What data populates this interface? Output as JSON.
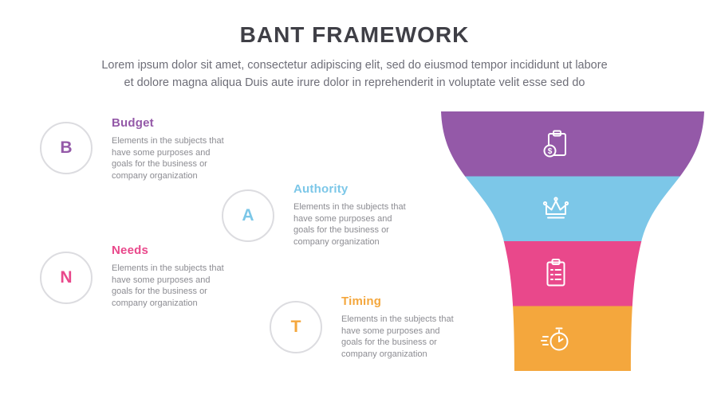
{
  "header": {
    "title": "BANT FRAMEWORK",
    "subtitle_line1": "Lorem ipsum dolor sit amet, consectetur adipiscing elit, sed do eiusmod tempor incididunt ut labore",
    "subtitle_line2": "et dolore magna aliqua Duis aute irure dolor in reprehenderit in voluptate velit esse sed do"
  },
  "items": [
    {
      "letter": "B",
      "title": "Budget",
      "color": "#9459A8",
      "description": "Elements in the subjects that have some purposes and goals for the business or company organization"
    },
    {
      "letter": "A",
      "title": "Authority",
      "color": "#7CC7E8",
      "description": "Elements in the subjects that have some purposes and goals for the business or company organization"
    },
    {
      "letter": "N",
      "title": "Needs",
      "color": "#E9488B",
      "description": "Elements in the subjects that have some purposes and goals for the business or company organization"
    },
    {
      "letter": "T",
      "title": "Timing",
      "color": "#F4A73D",
      "description": "Elements in the subjects that have some purposes and goals for the business or company organization"
    }
  ],
  "funnel": {
    "segments": [
      {
        "name": "budget",
        "color": "#9459A8",
        "icon": "money-clipboard-icon"
      },
      {
        "name": "authority",
        "color": "#7CC7E8",
        "icon": "crown-icon"
      },
      {
        "name": "needs",
        "color": "#E9488B",
        "icon": "checklist-icon"
      },
      {
        "name": "timing",
        "color": "#F4A73D",
        "icon": "stopwatch-icon"
      }
    ],
    "dollar_glyph": "$"
  }
}
